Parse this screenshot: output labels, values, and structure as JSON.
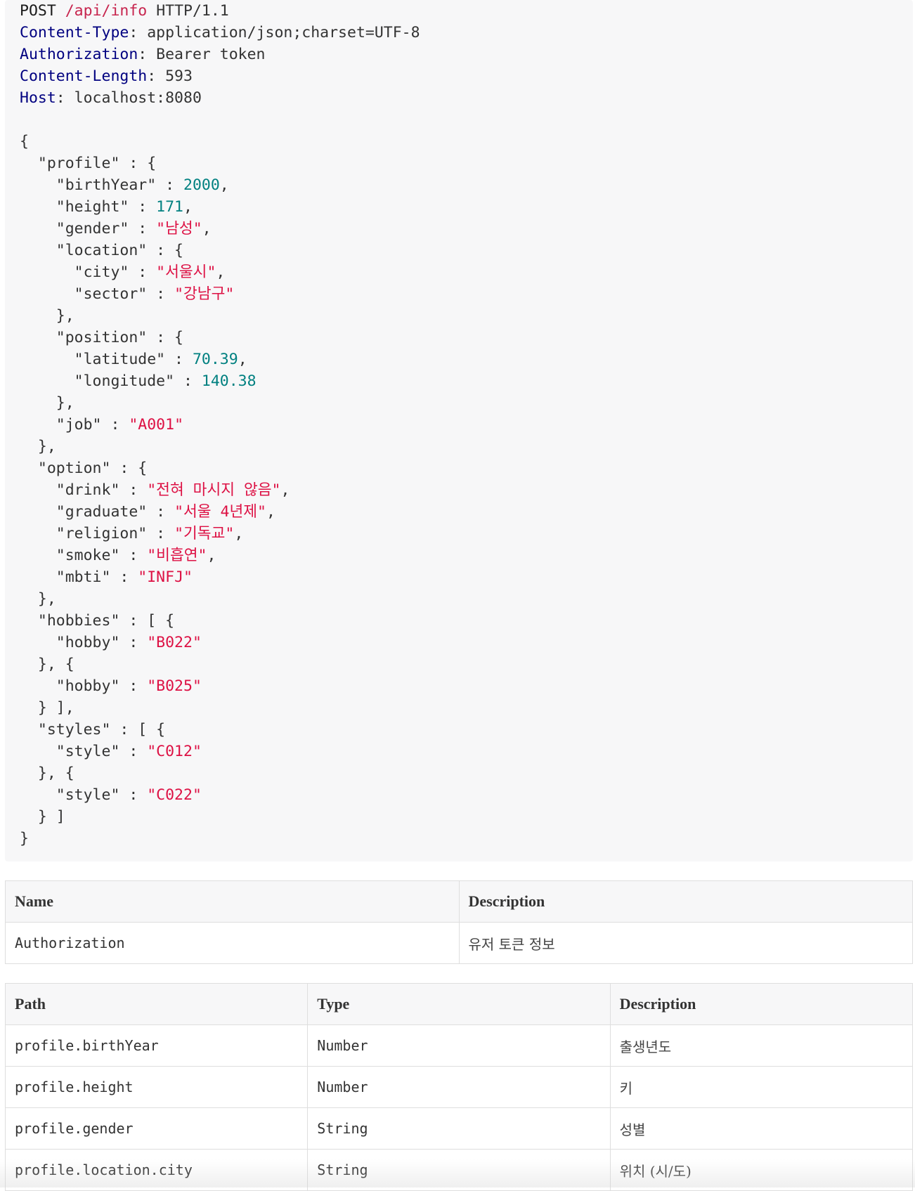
{
  "request": {
    "method": "POST",
    "path": "/api/info",
    "protocol": "HTTP/1.1",
    "headers": [
      {
        "name": "Content-Type",
        "value": "application/json;charset=UTF-8"
      },
      {
        "name": "Authorization",
        "value": "Bearer token"
      },
      {
        "name": "Content-Length",
        "value": "593"
      },
      {
        "name": "Host",
        "value": "localhost:8080"
      }
    ],
    "body": {
      "birthYear": "2000",
      "height": "171",
      "gender": "남성",
      "city": "서울시",
      "sector": "강남구",
      "latitude": "70.39",
      "longitude": "140.38",
      "job": "A001",
      "drink": "전혀 마시지 않음",
      "graduate": "서울 4년제",
      "religion": "기독교",
      "smoke": "비흡연",
      "mbti": "INFJ",
      "hobby1": "B022",
      "hobby2": "B025",
      "style1": "C012",
      "style2": "C022"
    }
  },
  "headers_table": {
    "col_name": "Name",
    "col_description": "Description",
    "rows": [
      {
        "name": "Authorization",
        "description": "유저 토큰 정보"
      }
    ]
  },
  "fields_table": {
    "col_path": "Path",
    "col_type": "Type",
    "col_description": "Description",
    "rows": [
      {
        "path": "profile.birthYear",
        "type": "Number",
        "description": "출생년도"
      },
      {
        "path": "profile.height",
        "type": "Number",
        "description": "키"
      },
      {
        "path": "profile.gender",
        "type": "String",
        "description": "성별"
      },
      {
        "path": "profile.location.city",
        "type": "String",
        "description": "위치 (시/도)"
      }
    ]
  }
}
